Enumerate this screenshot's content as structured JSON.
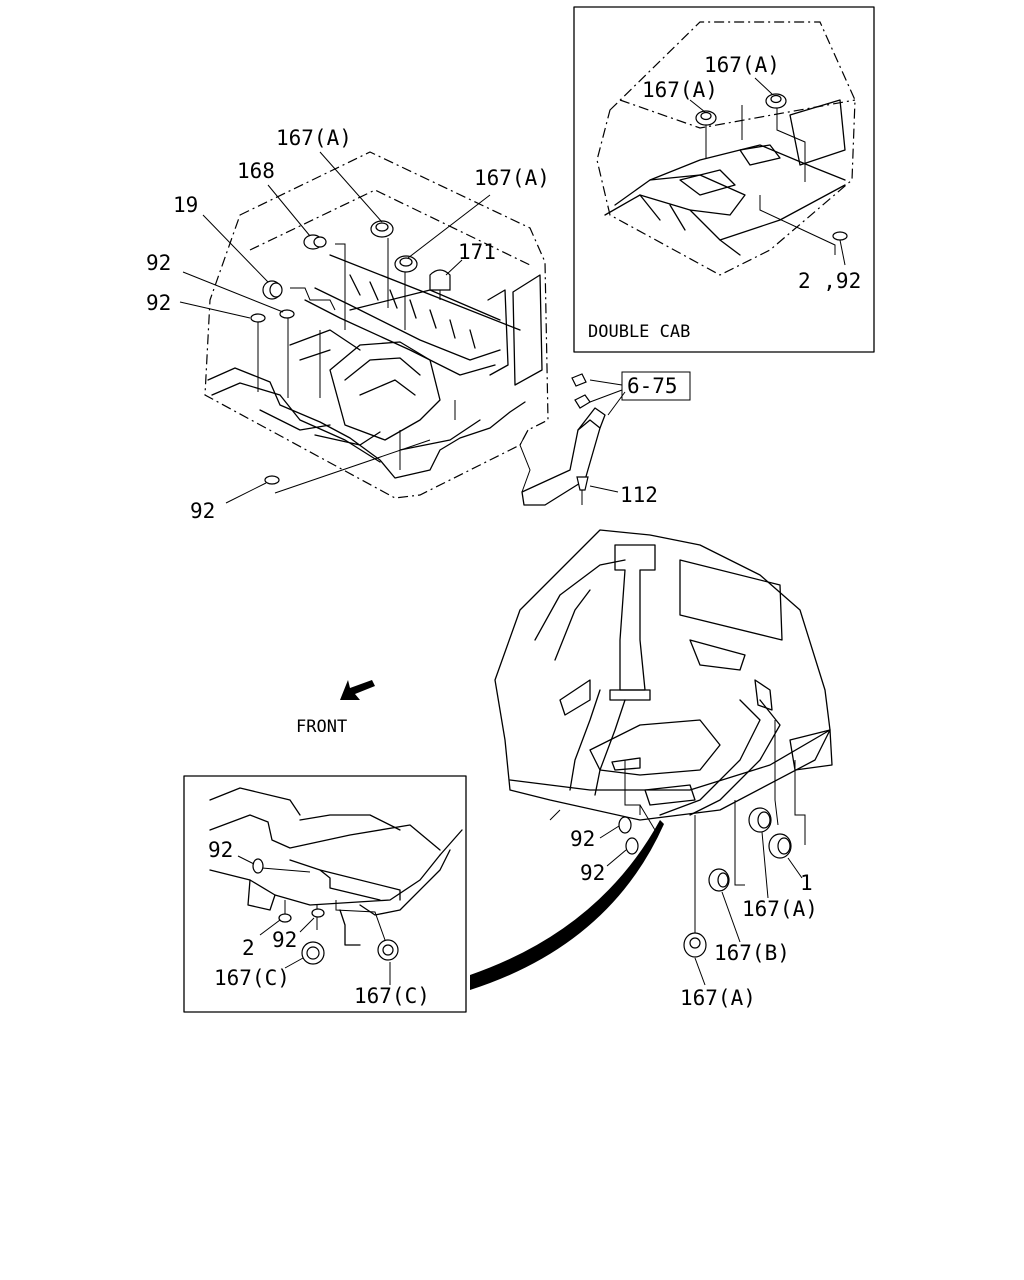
{
  "labels": {
    "p167a_top1": "167(A)",
    "p168": "168",
    "p19": "19",
    "p167a_top2": "167(A)",
    "p171": "171",
    "p92_a": "92",
    "p92_b": "92",
    "p92_c": "92",
    "p6_75": "6-75",
    "p112": "112",
    "front": "FRONT",
    "dc_167a_1": "167(A)",
    "dc_167a_2": "167(A)",
    "dc_292": "2 ,92",
    "double_cab": "DOUBLE CAB",
    "r92_a": "92",
    "r92_b": "92",
    "r1": "1",
    "r167a_1": "167(A)",
    "r167b": "167(B)",
    "r167a_2": "167(A)",
    "d92_a": "92",
    "d2": "2",
    "d92_b": "92",
    "d167c_1": "167(C)",
    "d167c_2": "167(C)"
  }
}
